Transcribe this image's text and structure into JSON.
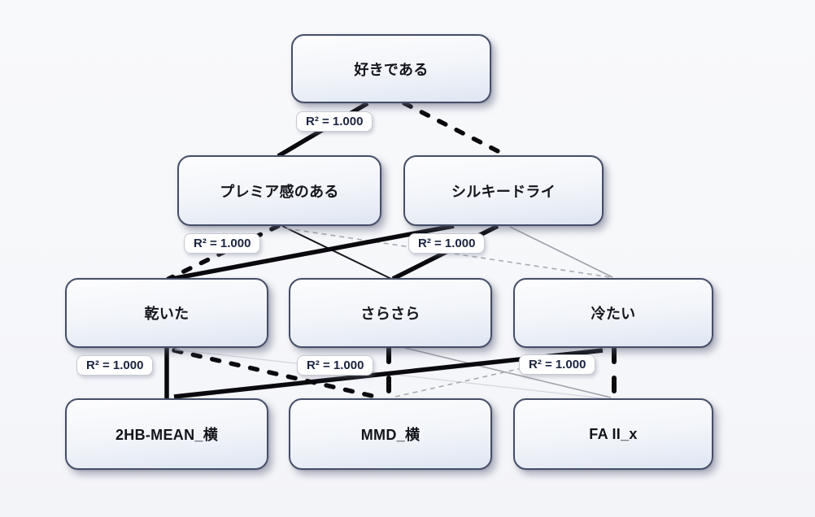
{
  "diagram": {
    "type": "hierarchical-path-model",
    "nodes": [
      {
        "id": "like",
        "label": "好きである"
      },
      {
        "id": "premium",
        "label": "プレミア感のある"
      },
      {
        "id": "silky",
        "label": "シルキードライ"
      },
      {
        "id": "dry",
        "label": "乾いた"
      },
      {
        "id": "smooth",
        "label": "さらさら"
      },
      {
        "id": "cold",
        "label": "冷たい"
      },
      {
        "id": "hb",
        "label": "2HB-MEAN_横"
      },
      {
        "id": "mmd",
        "label": "MMD_横"
      },
      {
        "id": "fa",
        "label": "FA II_x"
      }
    ],
    "edges": [
      {
        "from": "好きである",
        "to": "プレミア感のある",
        "style": "thick-solid"
      },
      {
        "from": "好きである",
        "to": "シルキードライ",
        "style": "thick-dashed"
      },
      {
        "from": "プレミア感のある",
        "to": "乾いた",
        "style": "thick-dashed"
      },
      {
        "from": "プレミア感のある",
        "to": "さらさら",
        "style": "thin-solid"
      },
      {
        "from": "プレミア感のある",
        "to": "冷たい",
        "style": "gray-dashed"
      },
      {
        "from": "シルキードライ",
        "to": "乾いた",
        "style": "thick-solid"
      },
      {
        "from": "シルキードライ",
        "to": "さらさら",
        "style": "thick-solid"
      },
      {
        "from": "シルキードライ",
        "to": "冷たい",
        "style": "gray-solid"
      },
      {
        "from": "乾いた",
        "to": "2HB-MEAN_横",
        "style": "thick-solid"
      },
      {
        "from": "乾いた",
        "to": "MMD_横",
        "style": "thick-dashed"
      },
      {
        "from": "乾いた",
        "to": "FA II_x",
        "style": "light-solid"
      },
      {
        "from": "さらさら",
        "to": "MMD_横",
        "style": "thick-dashed"
      },
      {
        "from": "さらさら",
        "to": "FA II_x",
        "style": "gray-solid"
      },
      {
        "from": "MMD_横",
        "to": "冷たい",
        "style": "gray-dashed"
      },
      {
        "from": "冷たい",
        "to": "2HB-MEAN_横",
        "style": "thick-solid"
      },
      {
        "from": "冷たい",
        "to": "FA II_x",
        "style": "thick-dashed"
      }
    ],
    "r2_labels": [
      {
        "text": "R² = 1.000",
        "near": "好きである → プレミア感のある"
      },
      {
        "text": "R² = 1.000",
        "near": "プレミア感のある → 乾いた"
      },
      {
        "text": "R² = 1.000",
        "near": "シルキードライ → さらさら"
      },
      {
        "text": "R² = 1.000",
        "near": "乾いた → 2HB-MEAN_横"
      },
      {
        "text": "R² = 1.000",
        "near": "さらさら → MMD_横"
      },
      {
        "text": "R² = 1.000",
        "near": "冷たい → FA II_x"
      }
    ],
    "colors": {
      "edge_black": "#0a0a0e",
      "edge_gray": "#a0a2ab",
      "edge_light": "#d5d7df",
      "node_border": "#454e68",
      "node_fill_top": "#fdfdfe",
      "node_fill_bottom": "#dfe6f2",
      "label_text": "#1b2440",
      "background": "#f6f7fa"
    }
  }
}
